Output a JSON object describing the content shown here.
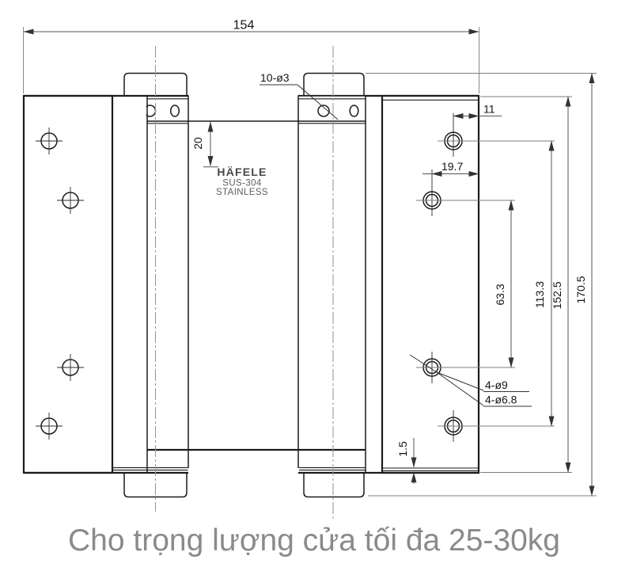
{
  "drawing": {
    "dim_labels": {
      "overall_width": "154",
      "spring_plate_offset": "20",
      "knuckle_screw_holes": "10-ø3",
      "top_hole_edge_offset": "11",
      "second_hole_edge_offset": "19.7",
      "inner_hole_spacing": "63.3",
      "outer_hole_spacing": "113.3",
      "plate_height": "152.5",
      "overall_height": "170.5",
      "countersink_holes": "4-ø9",
      "through_holes": "4-ø6.8",
      "bottom_edge_gap": "1.5"
    },
    "logo": {
      "brand": "HÄFELE",
      "material": "SUS-304",
      "finish": "STAINLESS"
    },
    "colors": {
      "object_line": "#1c1c1c",
      "dimension_line": "#555555",
      "extension_line": "#7d7d7d",
      "centerline": "#9a9a9a",
      "logo_brand": "#474747",
      "logo_text": "#5f5f5f",
      "caption": "#8a8a8a",
      "background": "#ffffff"
    }
  },
  "caption": {
    "text": "Cho trọng lượng cửa tối đa 25-30kg"
  }
}
